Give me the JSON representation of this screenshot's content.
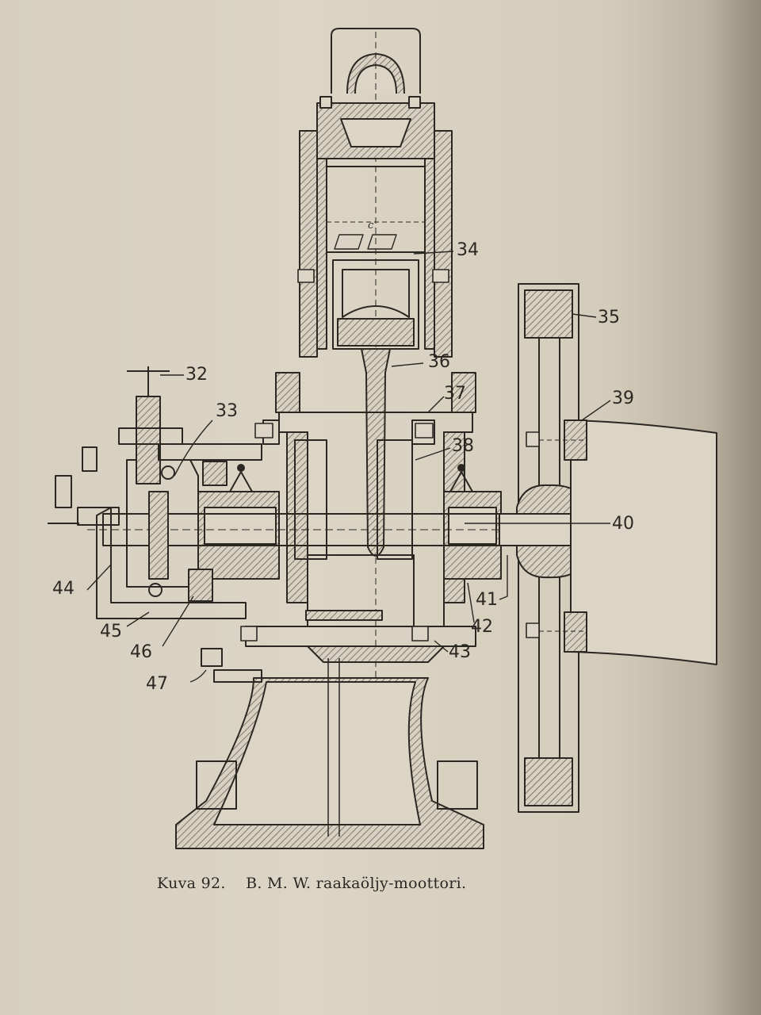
{
  "figure": {
    "caption_number": "Kuva 92.",
    "caption_text": "B. M. W. raakaöljy-moottori."
  },
  "callouts": [
    "32",
    "33",
    "34",
    "35",
    "36",
    "37",
    "38",
    "39",
    "40",
    "41",
    "42",
    "43",
    "44",
    "45",
    "46",
    "47"
  ],
  "inner_mark": "c",
  "colors": {
    "paper": "#dcd5c5",
    "ink": "#2b2723",
    "hatch": "#5a534b"
  }
}
